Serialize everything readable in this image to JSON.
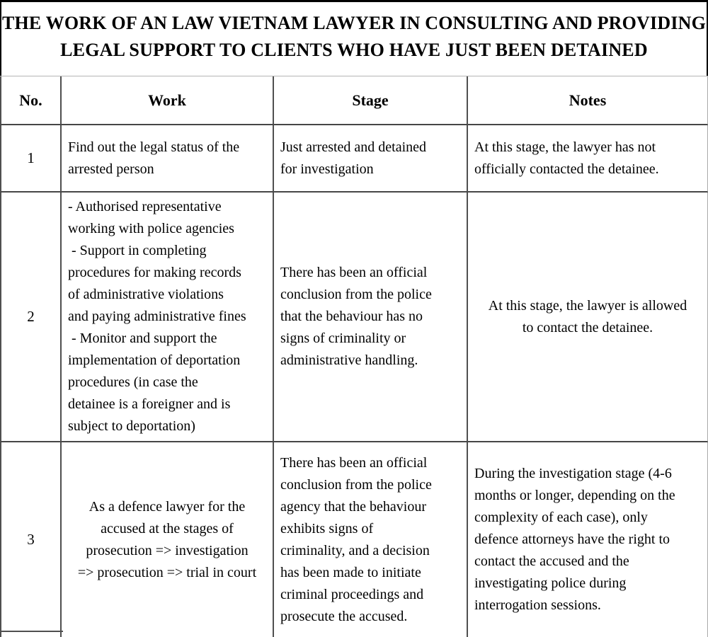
{
  "title": "THE WORK OF AN LAW VIETNAM LAWYER IN CONSULTING AND PROVIDING\nLEGAL SUPPORT TO CLIENTS WHO HAVE JUST BEEN DETAINED",
  "table": {
    "headers": [
      "No.",
      "Work",
      "Stage",
      "Notes"
    ],
    "rows": [
      {
        "no": "1",
        "work": "Find out the legal status of the\narrested person",
        "stage": "Just arrested and detained\nfor investigation",
        "notes": "At this stage, the lawyer has not\nofficially contacted the detainee."
      },
      {
        "no": "2",
        "work": "- Authorised representative\nworking with police agencies\n - Support in completing\nprocedures for making records\nof administrative violations\nand paying administrative fines\n - Monitor and support the\nimplementation of deportation\nprocedures (in case the\ndetainee is a foreigner and is\nsubject to deportation)",
        "stage": "There has been an official\nconclusion from the police\nthat the behaviour has no\nsigns of criminality or\nadministrative handling.",
        "notes": "At this stage, the lawyer is allowed\nto contact the detainee."
      },
      {
        "no": "3",
        "work": "As a defence lawyer for the\naccused at the stages of\nprosecution => investigation\n=> prosecution => trial in court",
        "stage": "There has been an official\nconclusion from the police\nagency that the behaviour\nexhibits signs of\ncriminality, and a decision\nhas been made to initiate\ncriminal proceedings and\nprosecute the accused.",
        "notes": "During the investigation stage (4-6\nmonths or longer, depending on the\ncomplexity of each case), only\ndefence attorneys have the right to\ncontact the accused and the\ninvestigating police during\ninterrogation sessions."
      }
    ]
  },
  "colors": {
    "title_border": "#000000",
    "grid_line": "#4f4f4f",
    "light_divider": "#b5b5b5",
    "text": "#000000",
    "background": "#ffffff"
  }
}
